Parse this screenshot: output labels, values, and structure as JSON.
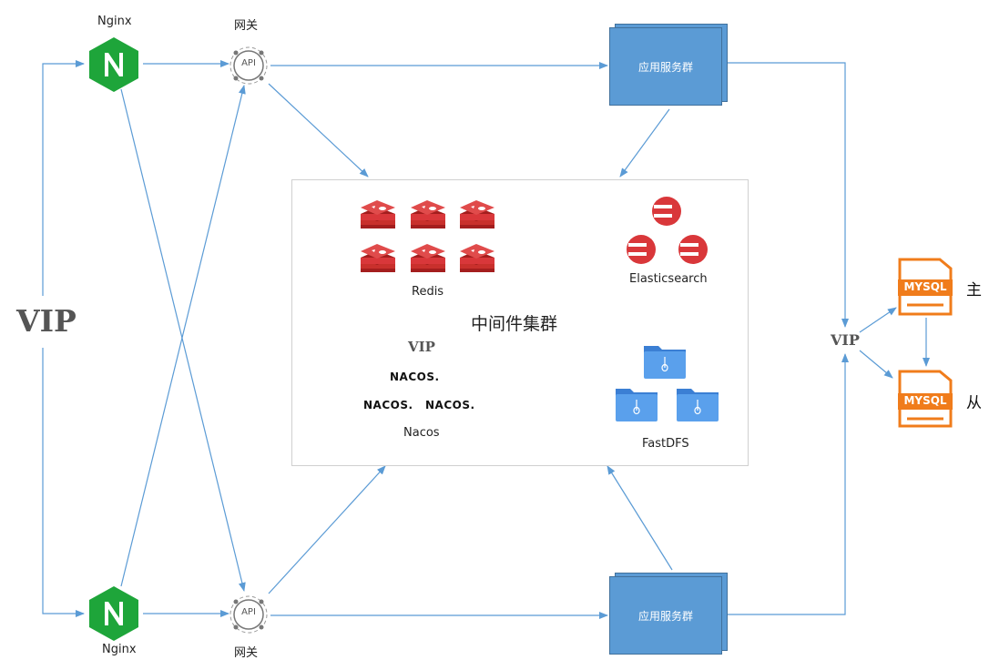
{
  "nodes": {
    "nginx_top": "Nginx",
    "nginx_bottom": "Nginx",
    "gateway_top": "网关",
    "gateway_bottom": "网关",
    "api_text": "API",
    "vip_left": "VIP",
    "service_top": "应用服务群",
    "service_bottom": "应用服务群",
    "middleware_title": "中间件集群",
    "redis_label": "Redis",
    "elasticsearch_label": "Elasticsearch",
    "vip_inner": "VIP",
    "nacos_logo_text_1": "NACOS.",
    "nacos_logo_text_2": "NACOS.",
    "nacos_logo_text_3": "NACOS.",
    "nacos_label": "Nacos",
    "fastdfs_label": "FastDFS",
    "vip_right": "VIP",
    "mysql_master_logo": "MYSQL",
    "mysql_slave_logo": "MYSQL",
    "mysql_master_role": "主",
    "mysql_slave_role": "从"
  },
  "colors": {
    "arrow": "#5b9bd5",
    "nginx": "#1ea53a",
    "service_box": "#5b9bd5",
    "redis": "#c9302c",
    "elasticsearch": "#d9373a",
    "fastdfs_folder": "#4a90e2",
    "mysql": "#f07c1b",
    "nacos_accent": "#2ab0c8"
  }
}
